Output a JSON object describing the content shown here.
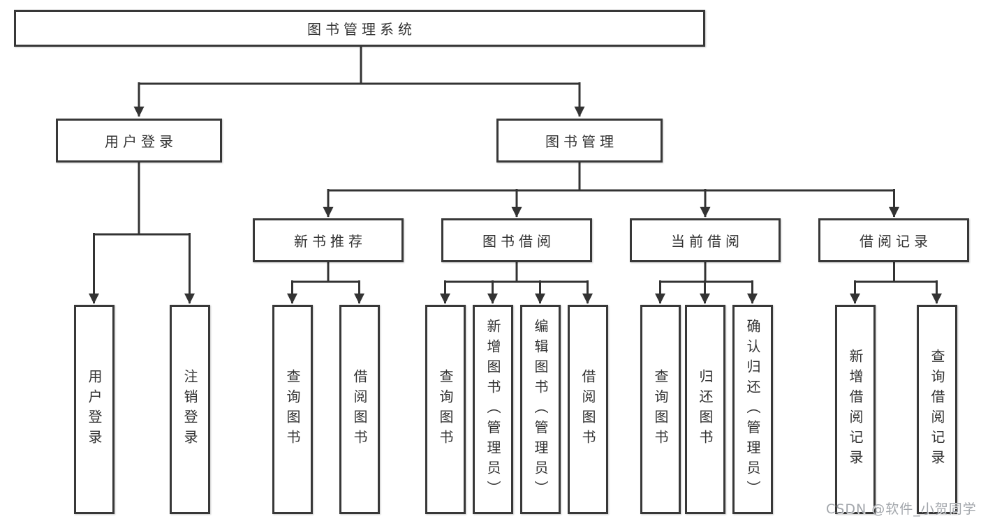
{
  "diagram": {
    "title": "图书管理系统",
    "branches": [
      {
        "label": "用户登录",
        "leaves": [
          "用户登录",
          "注销登录"
        ]
      },
      {
        "label": "图书管理",
        "groups": [
          {
            "label": "新书推荐",
            "leaves": [
              "查询图书",
              "借阅图书"
            ]
          },
          {
            "label": "图书借阅",
            "leaves": [
              "查询图书",
              "新增图书（管理员）",
              "编辑图书（管理员）",
              "借阅图书"
            ]
          },
          {
            "label": "当前借阅",
            "leaves": [
              "查询图书",
              "归还图书",
              "确认归还（管理员）"
            ]
          },
          {
            "label": "借阅记录",
            "leaves": [
              "新增借阅记录",
              "查询借阅记录"
            ]
          }
        ]
      }
    ]
  },
  "watermark": {
    "text": "CSDN @软件_小贺同学"
  },
  "colors": {
    "line": "#333333",
    "node_border": "#383838",
    "node_text": "#333333",
    "background": "#ffffff",
    "watermark_text": "#a2a6ab"
  }
}
